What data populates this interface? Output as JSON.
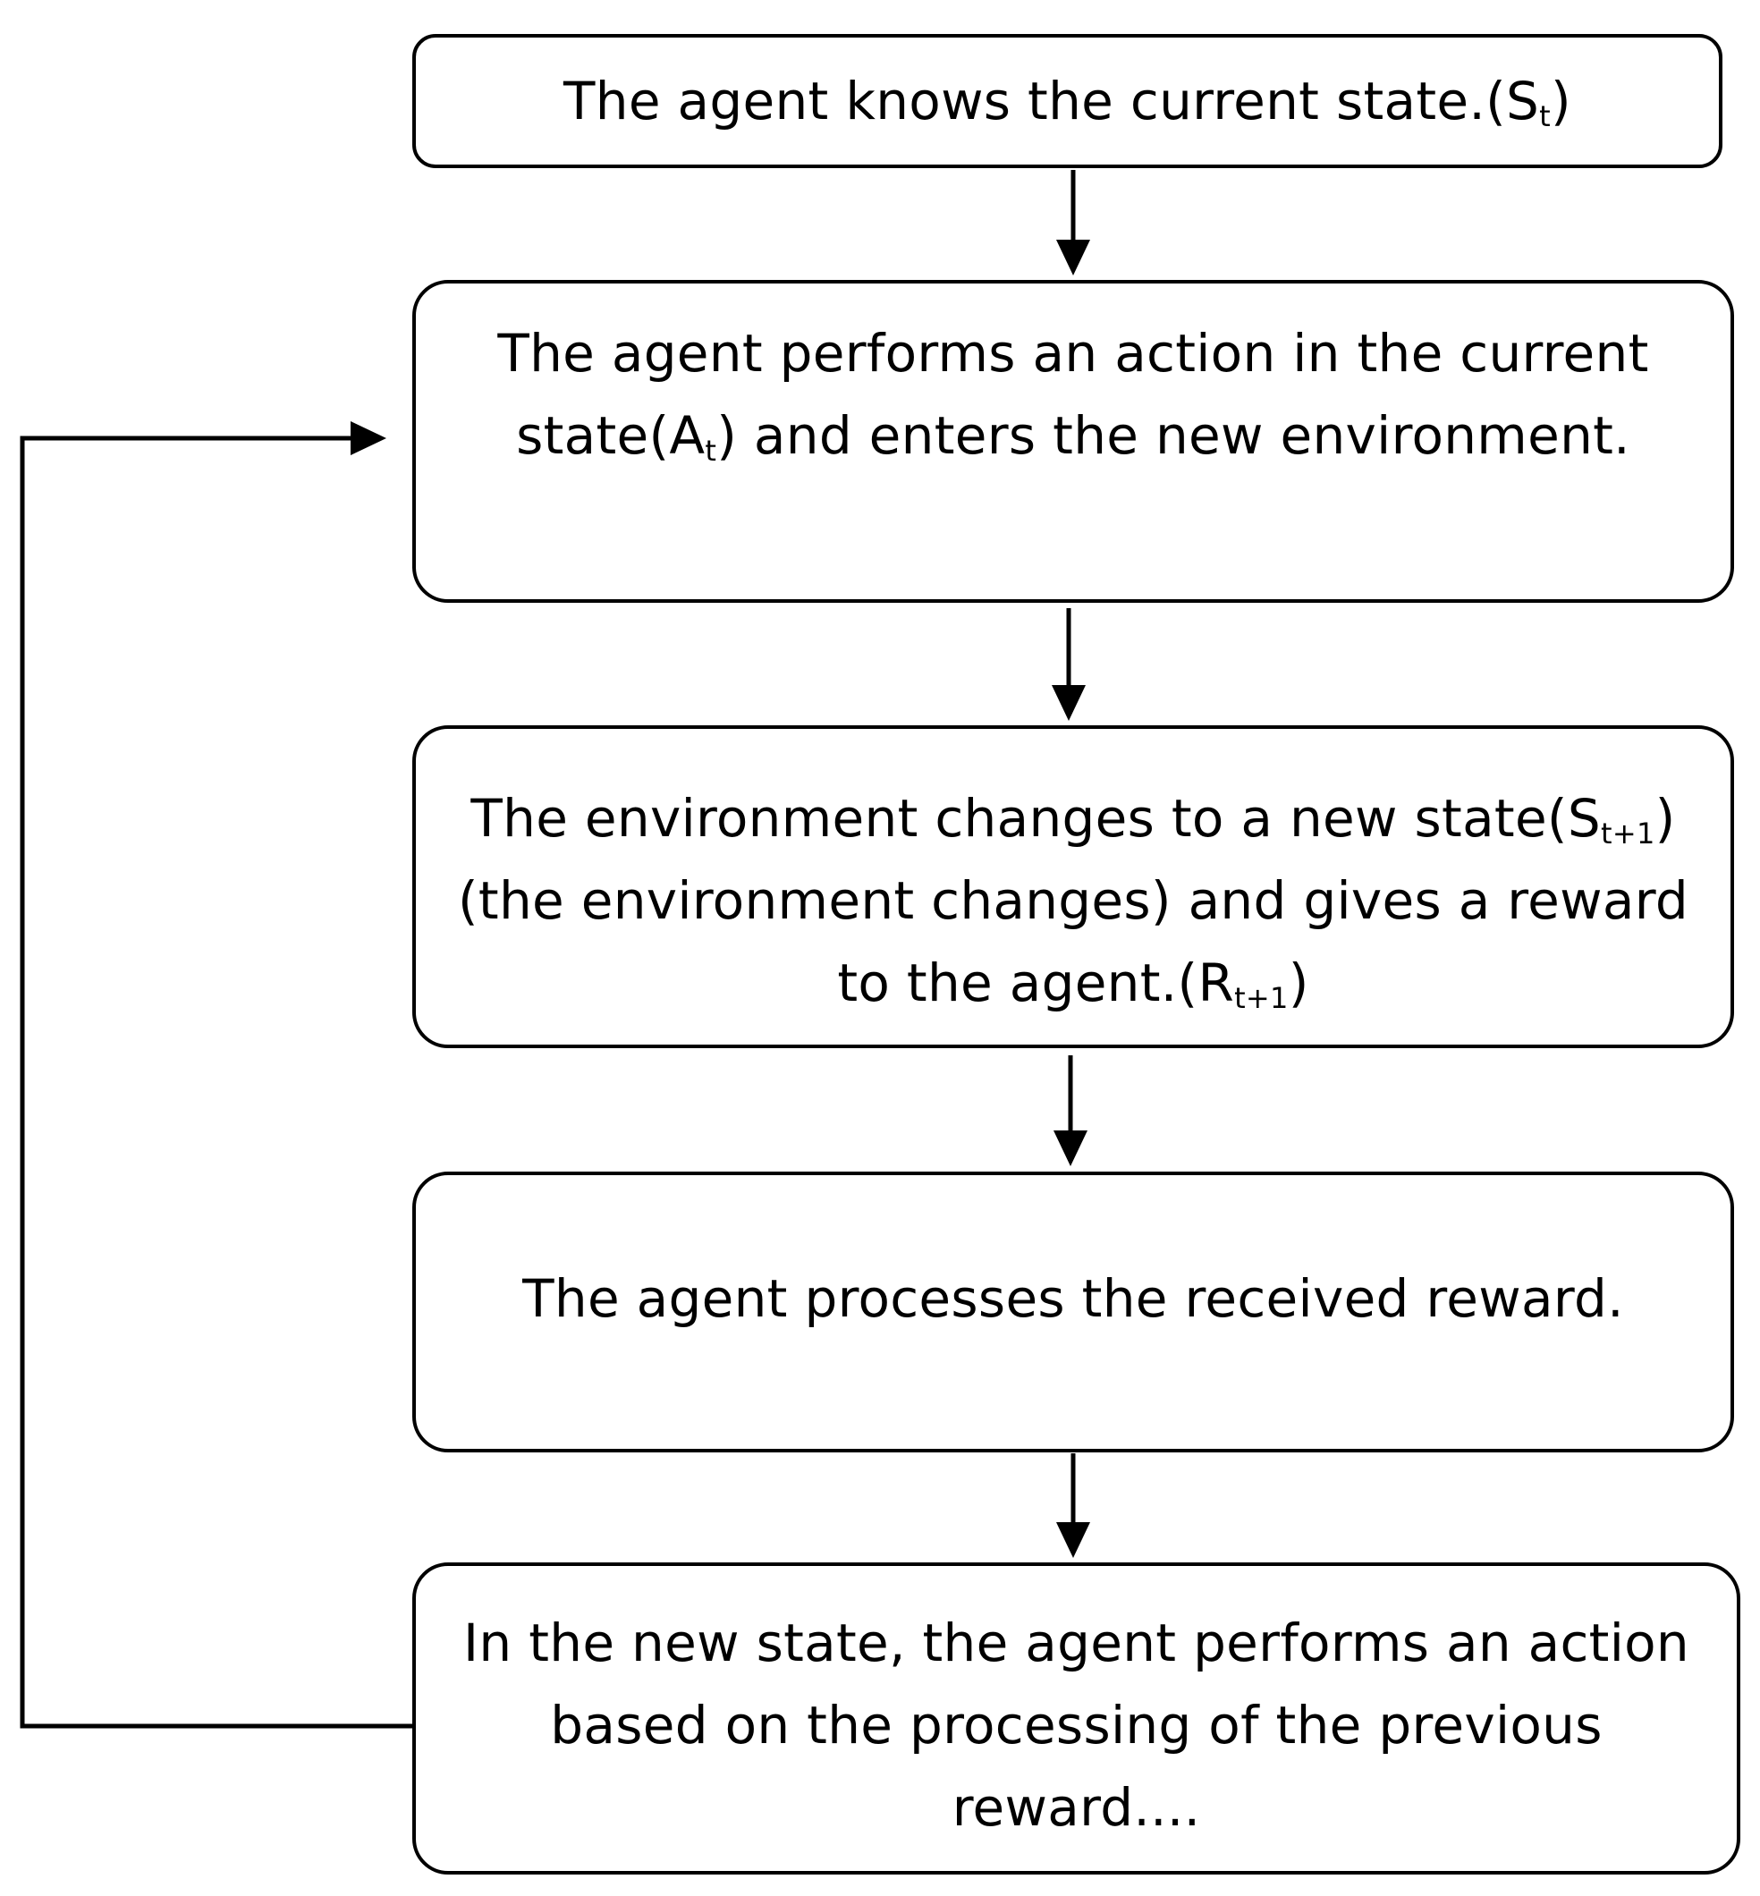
{
  "steps": [
    {
      "lines": [
        [
          "The agent knows the current state.(S",
          "t",
          ")"
        ]
      ]
    },
    {
      "lines": [
        [
          "The agent performs an action in the current",
          "",
          ""
        ],
        [
          "state(A",
          "t",
          ") and enters the new environment."
        ]
      ]
    },
    {
      "lines": [
        [
          "The environment changes to a new state(S",
          "t+1",
          ")"
        ],
        [
          "(the environment changes) and gives a reward",
          "",
          ""
        ],
        [
          "to the agent.(R",
          "t+1",
          ")"
        ]
      ]
    },
    {
      "lines": [
        [
          "The agent processes the received reward.",
          "",
          ""
        ]
      ]
    },
    {
      "lines": [
        [
          "In the new state, the agent performs an action",
          "",
          ""
        ],
        [
          "based on the processing of the previous",
          "",
          ""
        ],
        [
          "reward....",
          "",
          ""
        ]
      ]
    }
  ],
  "colors": {
    "stroke": "#000000",
    "background": "#ffffff"
  }
}
